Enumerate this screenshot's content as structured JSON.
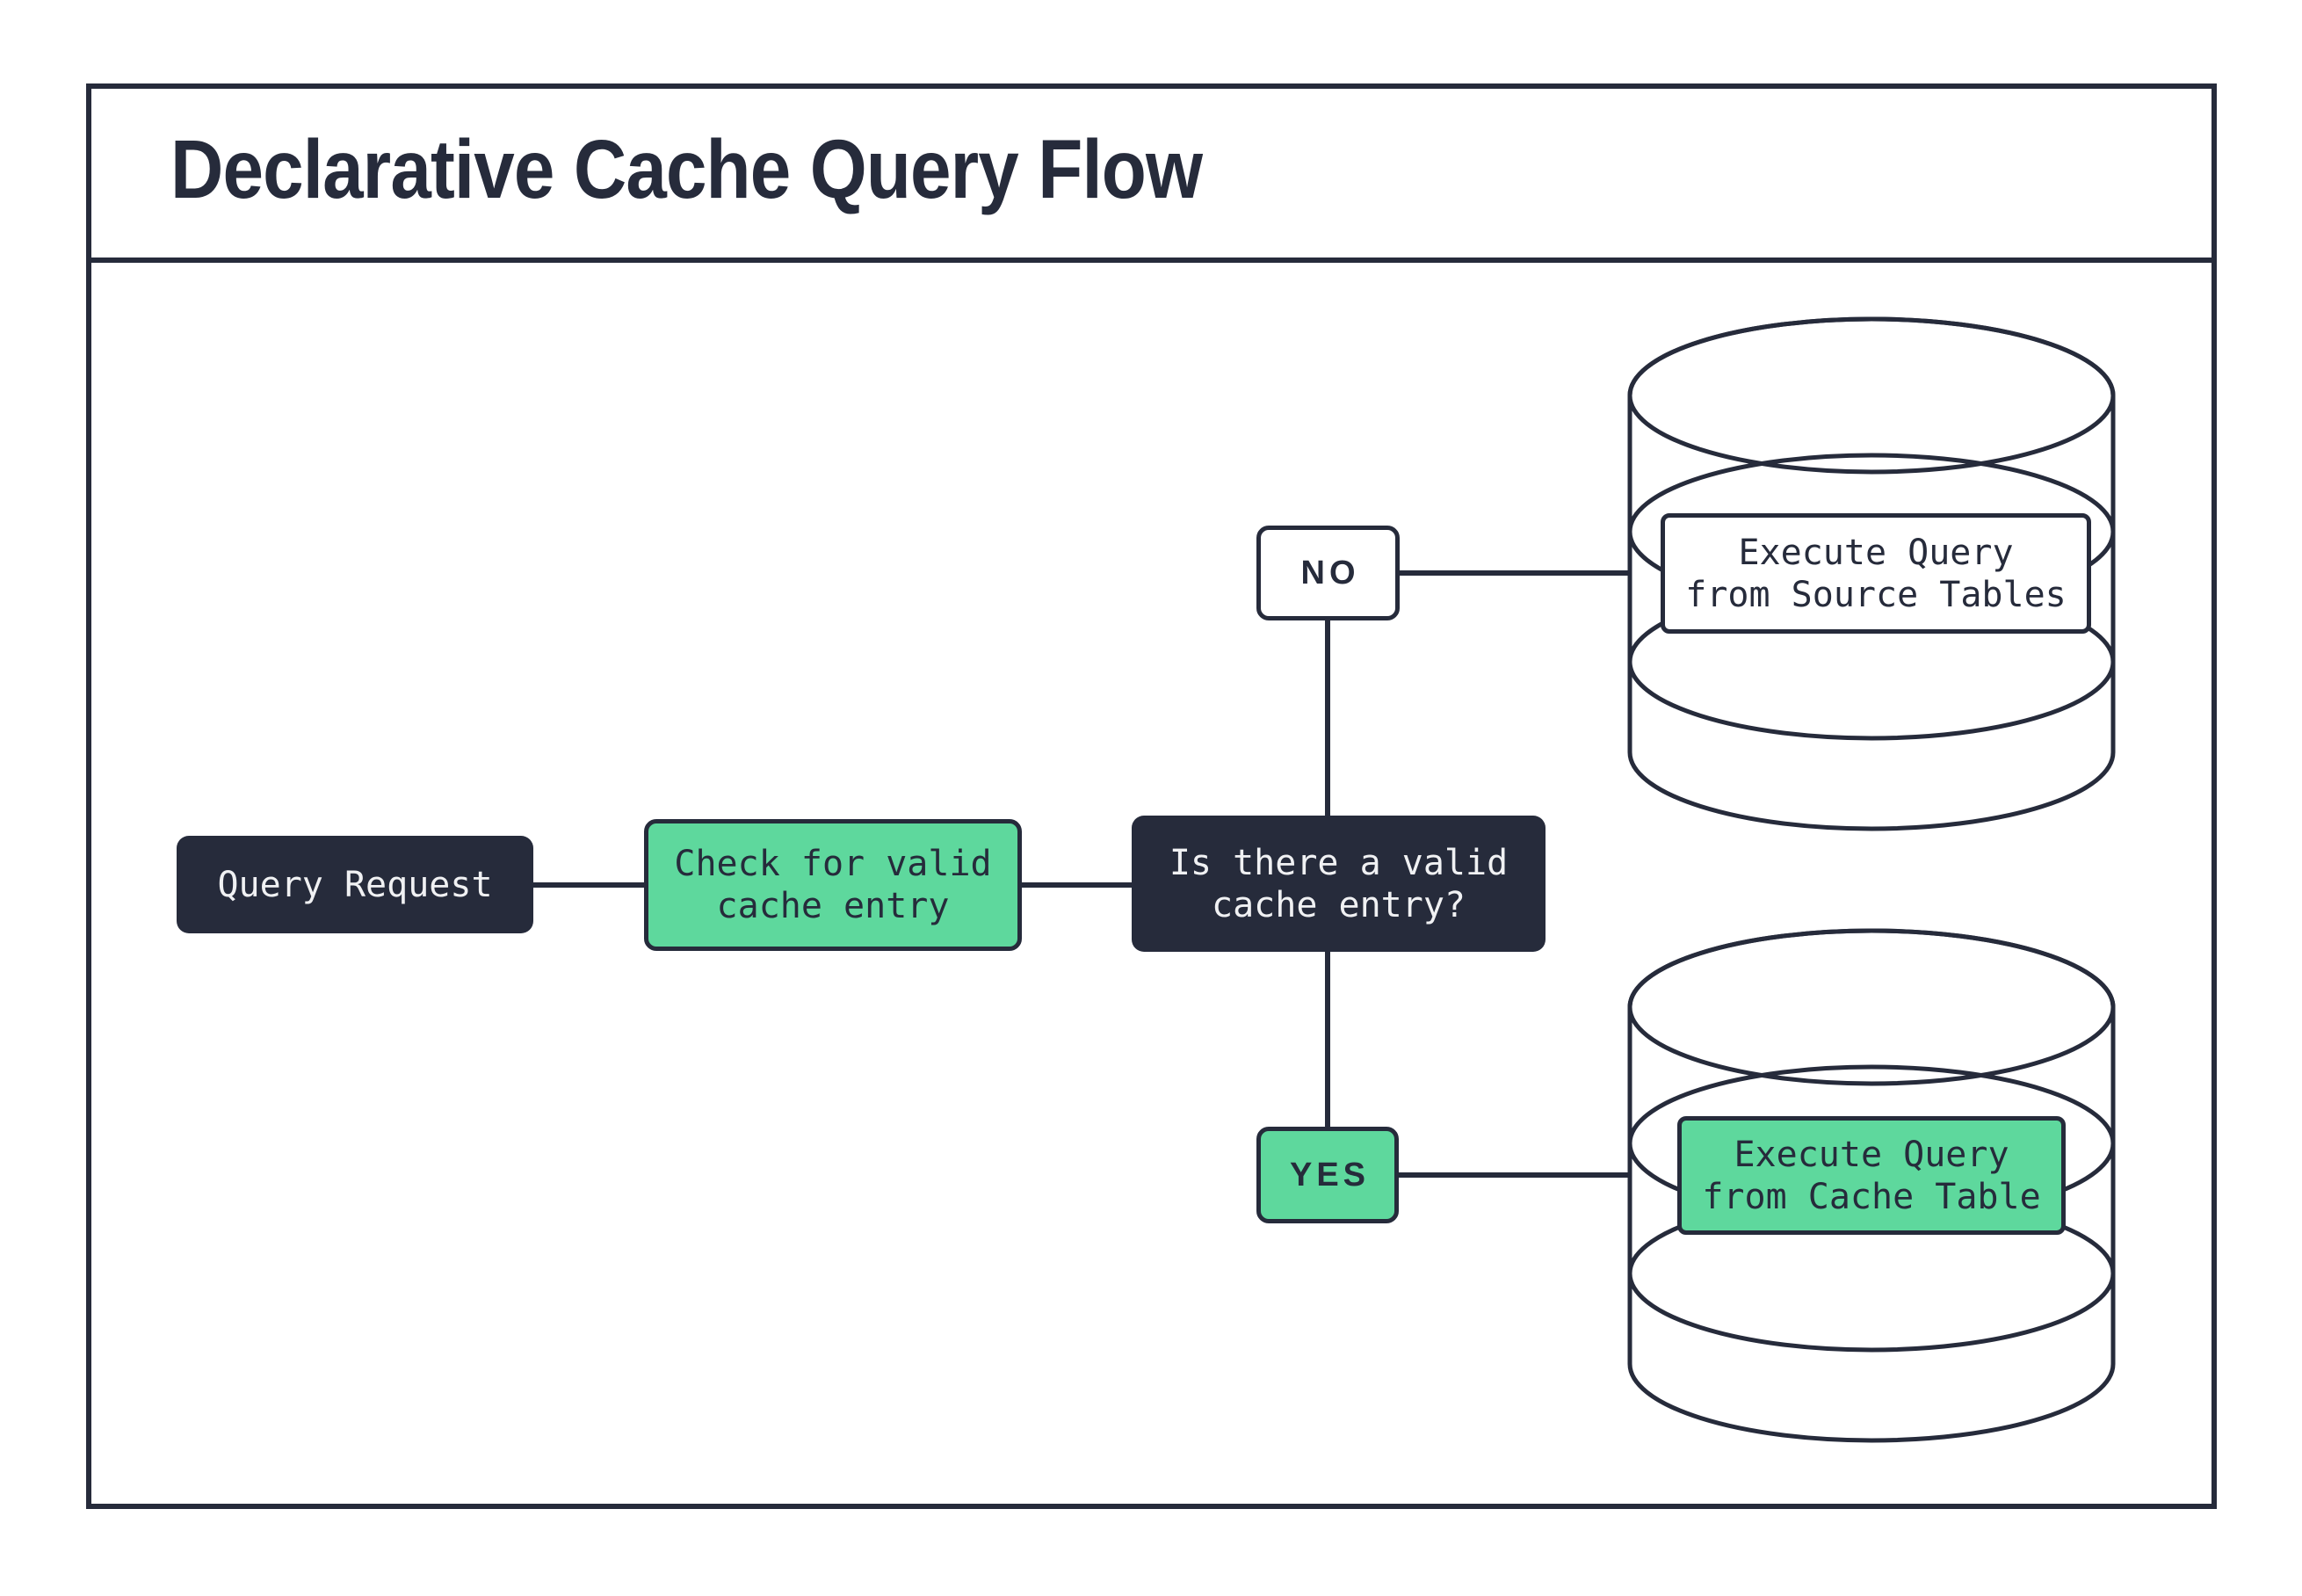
{
  "header": {
    "title": "Declarative Cache Query Flow"
  },
  "colors": {
    "ink": "#262b3b",
    "green": "#5ed89d",
    "light_text": "#f0f1f3",
    "background": "#ffffff"
  },
  "nodes": {
    "query_request": {
      "label": "Query Request"
    },
    "check_cache": {
      "label": "Check for valid\ncache entry"
    },
    "decision": {
      "label": "Is there a valid\ncache entry?"
    },
    "no_branch": {
      "label": "NO"
    },
    "yes_branch": {
      "label": "YES"
    },
    "source_db": {
      "icon": "database-cylinder",
      "label": "Execute Query\nfrom Source Tables"
    },
    "cache_db": {
      "icon": "database-cylinder",
      "label": "Execute Query\nfrom Cache Table"
    }
  }
}
